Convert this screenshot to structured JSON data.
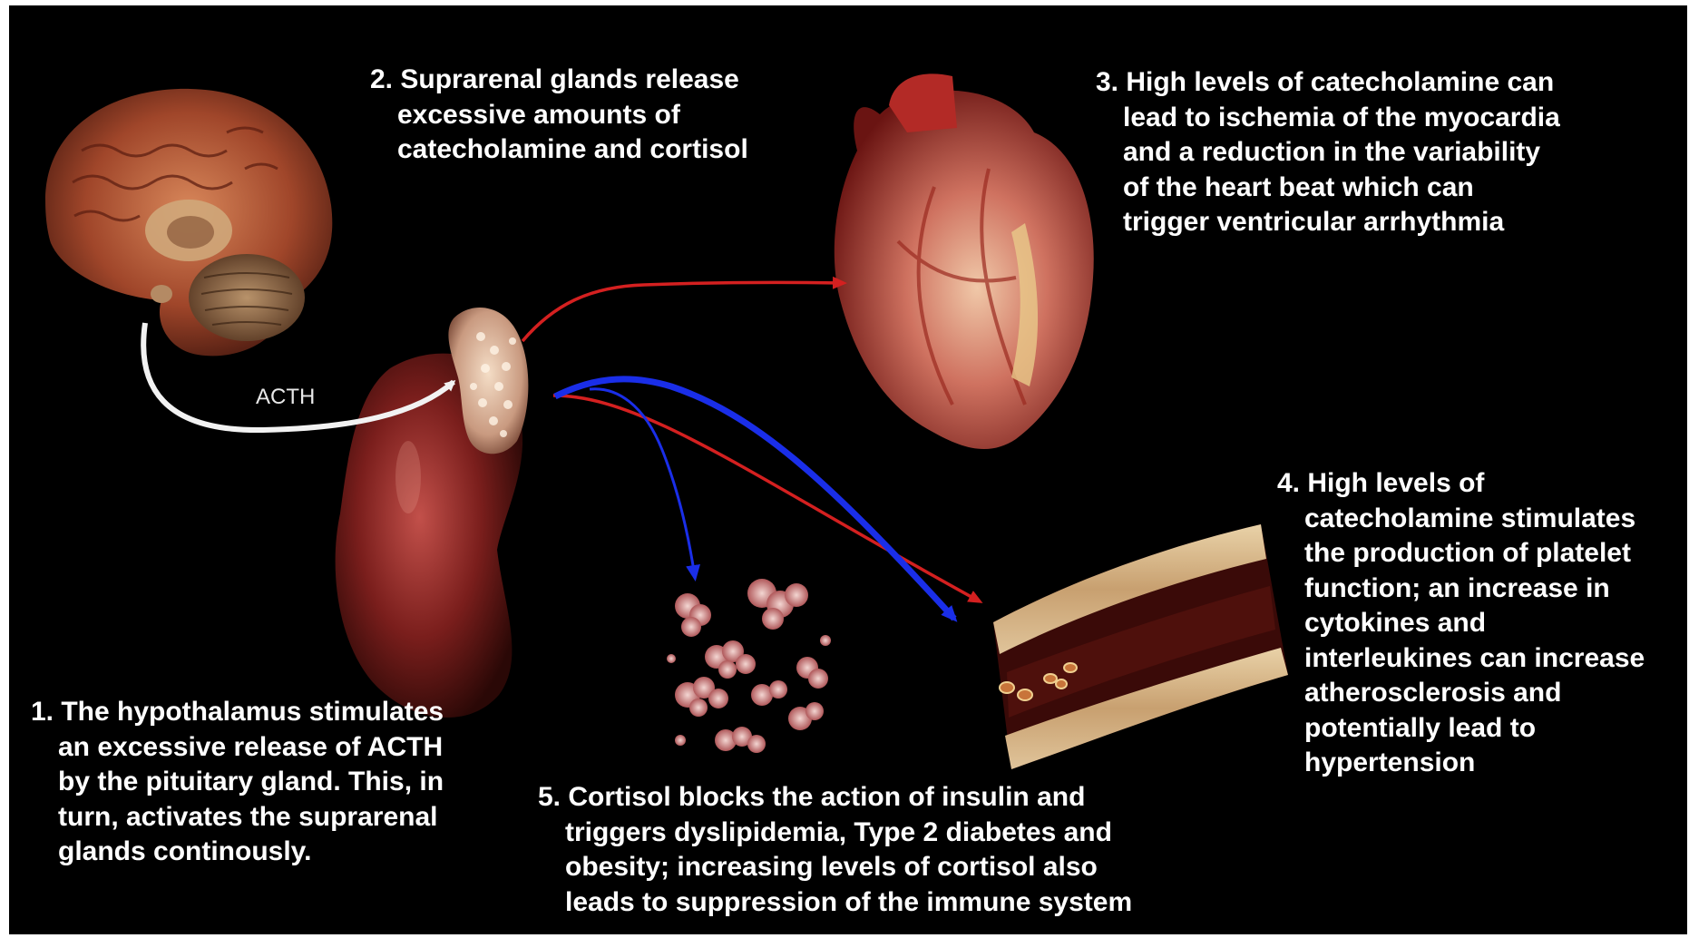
{
  "diagram": {
    "acth_label": "ACTH",
    "captions": [
      {
        "id": "step-1",
        "lines": [
          "1. The hypothalamus stimulates",
          "an excessive release of ACTH",
          "by the pituitary gland. This, in",
          "turn, activates the suprarenal",
          "glands continously."
        ]
      },
      {
        "id": "step-2",
        "lines": [
          "2. Suprarenal glands release",
          "excessive amounts of",
          "catecholamine and cortisol"
        ]
      },
      {
        "id": "step-3",
        "lines": [
          "3. High levels of catecholamine can",
          "lead to ischemia of the myocardia",
          "and a reduction in the variability",
          "of the heart beat which can",
          "trigger ventricular arrhythmia"
        ]
      },
      {
        "id": "step-4",
        "lines": [
          "4. High levels of",
          "catecholamine stimulates",
          "the production of platelet",
          "function; an increase in",
          "cytokines and",
          "interleukines can increase",
          "atherosclerosis and",
          "potentially lead to",
          "hypertension"
        ]
      },
      {
        "id": "step-5",
        "lines": [
          "5. Cortisol blocks the action of insulin and",
          "triggers dyslipidemia, Type 2 diabetes and",
          "obesity; increasing levels of cortisol  also",
          "leads to suppression of the immune system"
        ]
      }
    ],
    "illustrations": [
      "brain",
      "adrenal-gland-on-kidney",
      "heart",
      "blood-vessel-cross-section",
      "fat-cells"
    ],
    "arrow_colors": {
      "acth": "#f2f2f2",
      "catecholamine": "#d42020",
      "cortisol": "#1a2ee8"
    }
  }
}
